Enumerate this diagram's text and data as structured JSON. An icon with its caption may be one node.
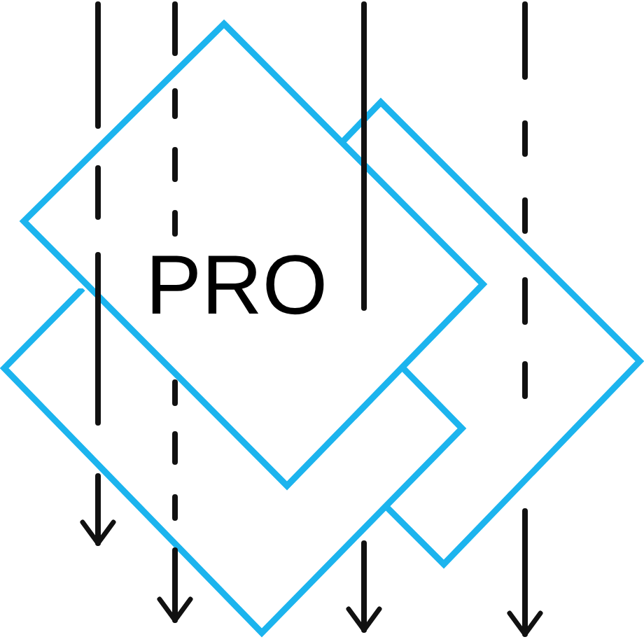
{
  "diagram": {
    "nodes": [
      {
        "text": [
          "PRO"
        ]
      },
      {
        "text": [],
        "shape": "diamond"
      },
      {
        "text": [],
        "shape": "diamond"
      }
    ]
  }
}
